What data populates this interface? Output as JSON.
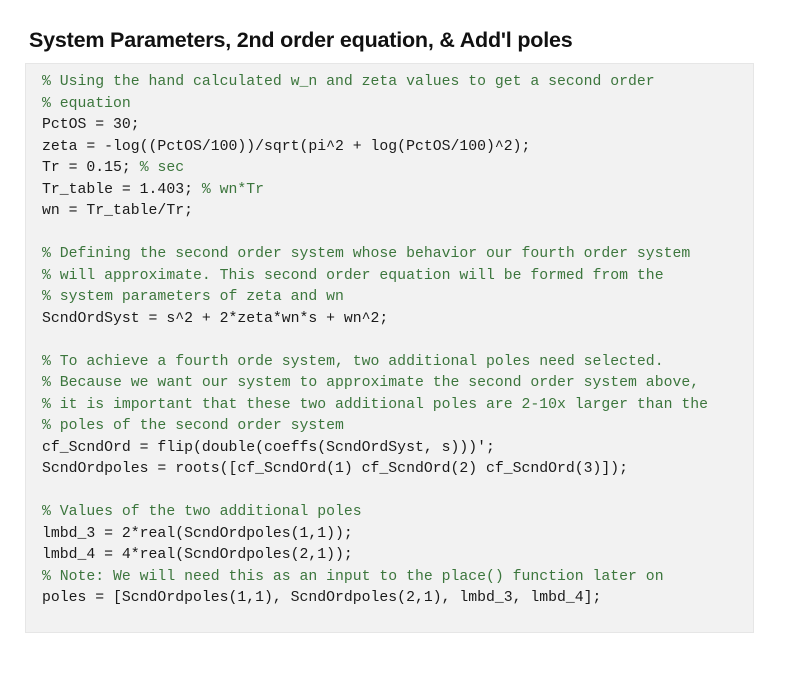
{
  "title": "System Parameters, 2nd order equation, & Add'l poles",
  "code_lines": [
    {
      "code": "",
      "comment": "% Using the hand calculated w_n and zeta values to get a second order"
    },
    {
      "code": "",
      "comment": "% equation"
    },
    {
      "code": "PctOS = 30;",
      "comment": ""
    },
    {
      "code": "zeta = -log((PctOS/100))/sqrt(pi^2 + log(PctOS/100)^2);",
      "comment": ""
    },
    {
      "code": "Tr = 0.15; ",
      "comment": "% sec"
    },
    {
      "code": "Tr_table = 1.403; ",
      "comment": "% wn*Tr"
    },
    {
      "code": "wn = Tr_table/Tr;",
      "comment": ""
    },
    {
      "code": "",
      "comment": ""
    },
    {
      "code": "",
      "comment": "% Defining the second order system whose behavior our fourth order system"
    },
    {
      "code": "",
      "comment": "% will approximate. This second order equation will be formed from the"
    },
    {
      "code": "",
      "comment": "% system parameters of zeta and wn"
    },
    {
      "code": "ScndOrdSyst = s^2 + 2*zeta*wn*s + wn^2;",
      "comment": ""
    },
    {
      "code": "",
      "comment": ""
    },
    {
      "code": "",
      "comment": "% To achieve a fourth orde system, two additional poles need selected."
    },
    {
      "code": "",
      "comment": "% Because we want our system to approximate the second order system above,"
    },
    {
      "code": "",
      "comment": "% it is important that these two additional poles are 2-10x larger than the"
    },
    {
      "code": "",
      "comment": "% poles of the second order system"
    },
    {
      "code": "cf_ScndOrd = flip(double(coeffs(ScndOrdSyst, s)))';",
      "comment": ""
    },
    {
      "code": "ScndOrdpoles = roots([cf_ScndOrd(1) cf_ScndOrd(2) cf_ScndOrd(3)]);",
      "comment": ""
    },
    {
      "code": "",
      "comment": ""
    },
    {
      "code": "",
      "comment": "% Values of the two additional poles"
    },
    {
      "code": "lmbd_3 = 2*real(ScndOrdpoles(1,1));",
      "comment": ""
    },
    {
      "code": "lmbd_4 = 4*real(ScndOrdpoles(2,1));",
      "comment": ""
    },
    {
      "code": "",
      "comment": "% Note: We will need this as an input to the place() function later on"
    },
    {
      "code": "poles = [ScndOrdpoles(1,1), ScndOrdpoles(2,1), lmbd_3, lmbd_4];",
      "comment": ""
    }
  ]
}
